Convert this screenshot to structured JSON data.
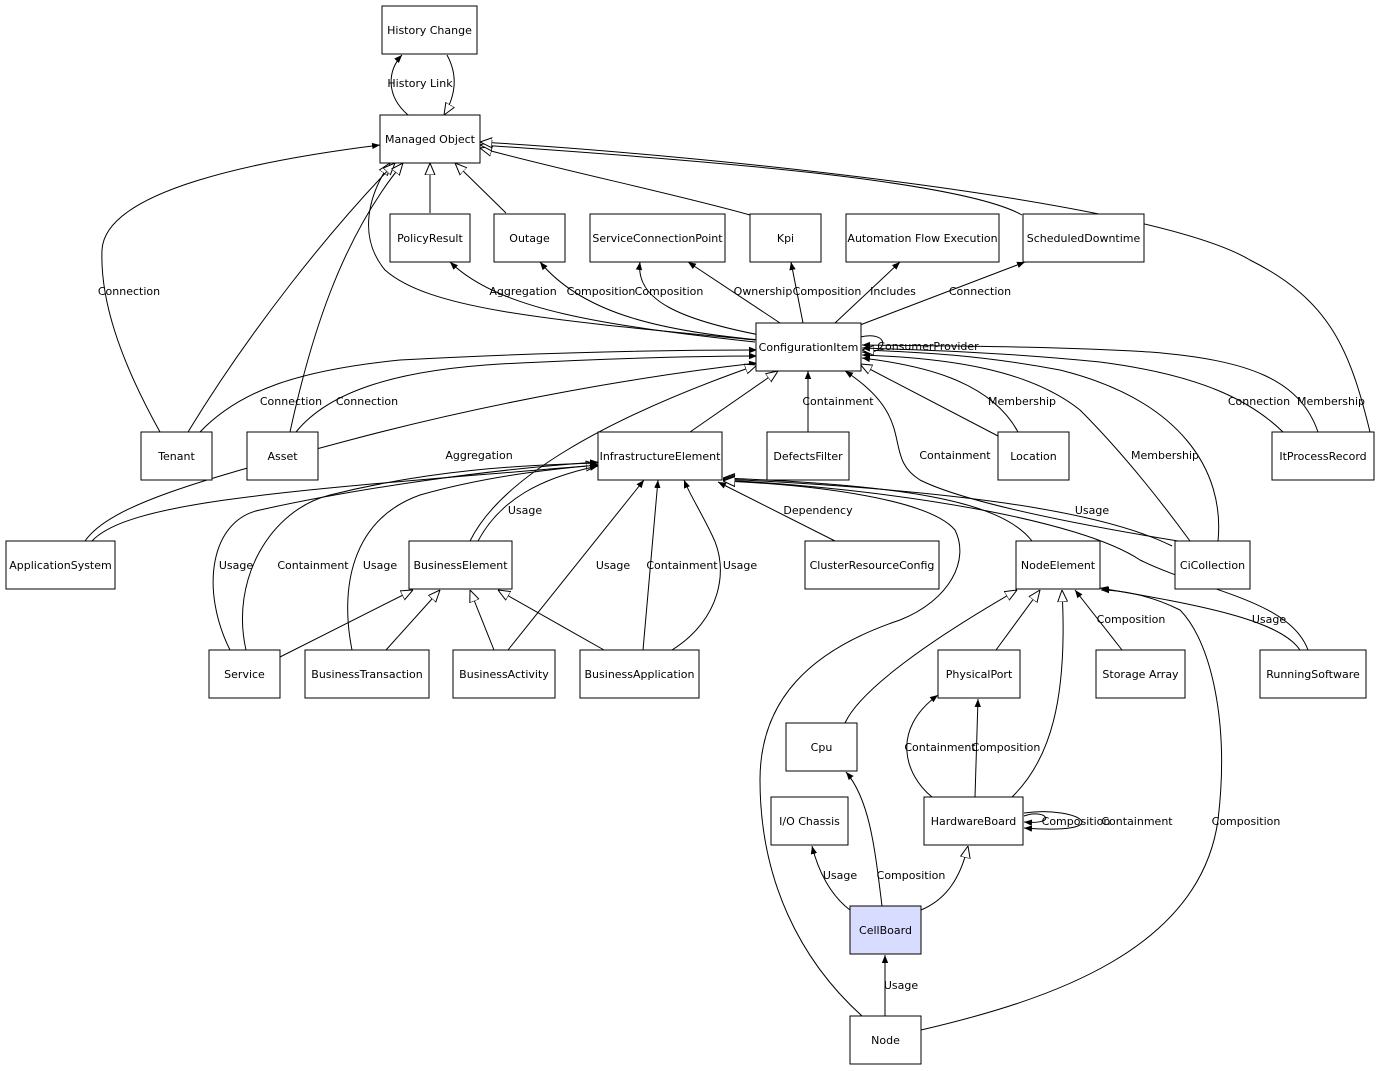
{
  "nodes": {
    "history_change": "History Change",
    "managed_object": "Managed Object",
    "policy_result": "PolicyResult",
    "outage": "Outage",
    "service_connection_point": "ServiceConnectionPoint",
    "kpi": "Kpi",
    "automation_flow_execution": "Automation Flow Execution",
    "scheduled_downtime": "ScheduledDowntime",
    "configuration_item": "ConfigurationItem",
    "tenant": "Tenant",
    "asset": "Asset",
    "infrastructure_element": "InfrastructureElement",
    "defects_filter": "DefectsFilter",
    "location": "Location",
    "it_process_record": "ItProcessRecord",
    "application_system": "ApplicationSystem",
    "business_element": "BusinessElement",
    "cluster_resource_config": "ClusterResourceConfig",
    "node_element": "NodeElement",
    "ci_collection": "CiCollection",
    "service": "Service",
    "business_transaction": "BusinessTransaction",
    "business_activity": "BusinessActivity",
    "business_application": "BusinessApplication",
    "physical_port": "PhysicalPort",
    "storage_array": "Storage Array",
    "running_software": "RunningSoftware",
    "cpu": "Cpu",
    "io_chassis": "I/O Chassis",
    "hardware_board": "HardwareBoard",
    "cell_board": "CellBoard",
    "node": "Node"
  },
  "edge_labels": {
    "history_link": "History Link",
    "tenant_mo_connection": "Connection",
    "ci_policy_aggregation": "Aggregation",
    "ci_outage_composition": "Composition",
    "ci_scp_composition": "Composition",
    "ci_scp_ownership": "Ownership",
    "ci_kpi_composition": "Composition",
    "ci_afe_includes": "Includes",
    "ci_sd_connection": "Connection",
    "ci_consumer_provider": "ConsumerProvider",
    "tenant_ci_connection": "Connection",
    "asset_ci_connection": "Connection",
    "defects_containment": "Containment",
    "location_membership": "Membership",
    "cicol_ci_containment": "Containment",
    "cicol_ci_membership": "Membership",
    "itpr_ci_connection": "Connection",
    "itpr_ci_membership": "Membership",
    "appsys_aggregation": "Aggregation",
    "be_ie_usage": "Usage",
    "crc_dependency": "Dependency",
    "cicol_ie_usage": "Usage",
    "service_usage": "Usage",
    "service_containment": "Containment",
    "bt_usage": "Usage",
    "ba_usage": "Usage",
    "bapp_containment": "Containment",
    "bapp_usage": "Usage",
    "ne_composition": "Composition",
    "rs_usage": "Usage",
    "hb_pp_containment": "Containment",
    "hb_pp_composition": "Composition",
    "hb_self_composition": "Composition",
    "hb_self_containment": "Containment",
    "node_ne_composition": "Composition",
    "cb_io_usage": "Usage",
    "cb_cpu_composition": "Composition",
    "node_cb_usage": "Usage"
  },
  "colors": {
    "focus_fill": "#d8dcff",
    "node_fill": "#ffffff",
    "stroke": "#000000"
  }
}
